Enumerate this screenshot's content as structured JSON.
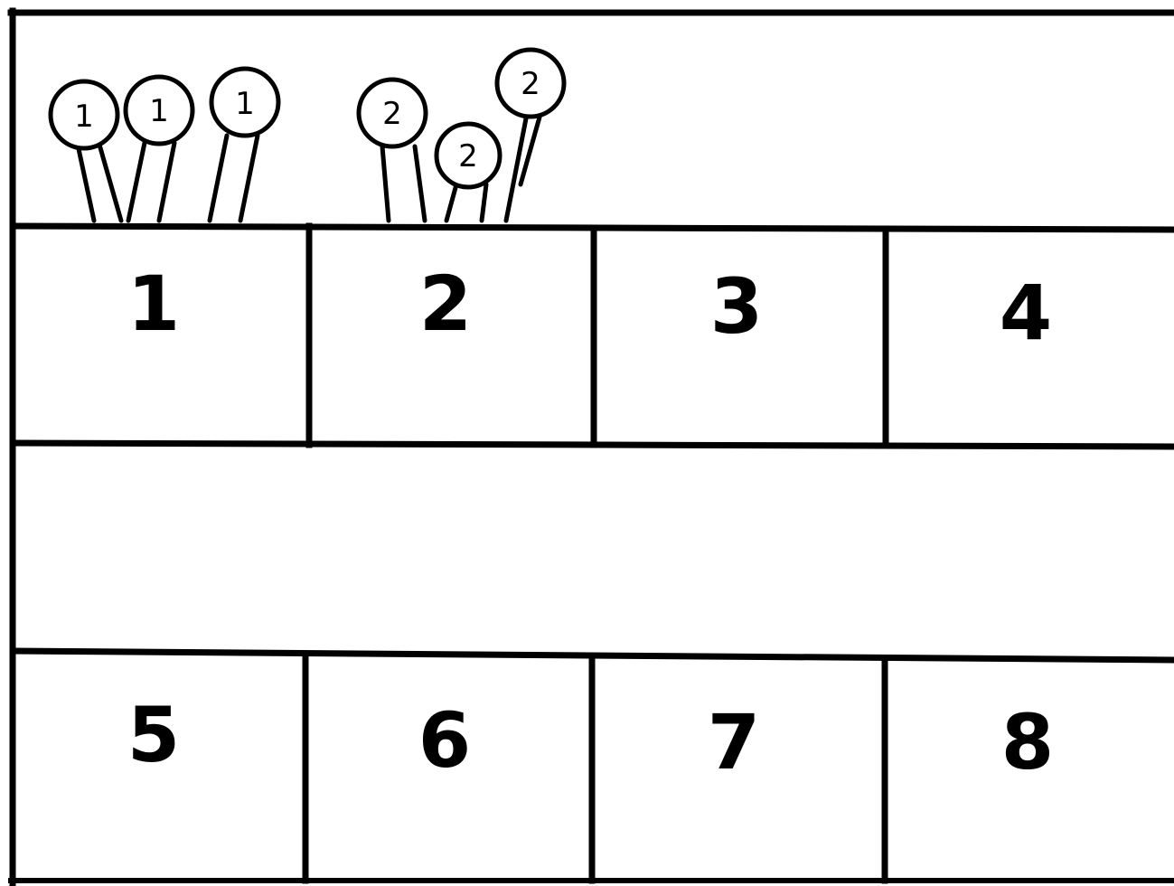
{
  "boxes": {
    "top_row": [
      "1",
      "2",
      "3",
      "4"
    ],
    "bottom_row": [
      "5",
      "6",
      "7",
      "8"
    ]
  },
  "pins": [
    {
      "label": "1",
      "box": "1"
    },
    {
      "label": "1",
      "box": "1"
    },
    {
      "label": "1",
      "box": "1"
    },
    {
      "label": "2",
      "box": "2"
    },
    {
      "label": "2",
      "box": "2"
    },
    {
      "label": "2",
      "box": "2"
    }
  ]
}
